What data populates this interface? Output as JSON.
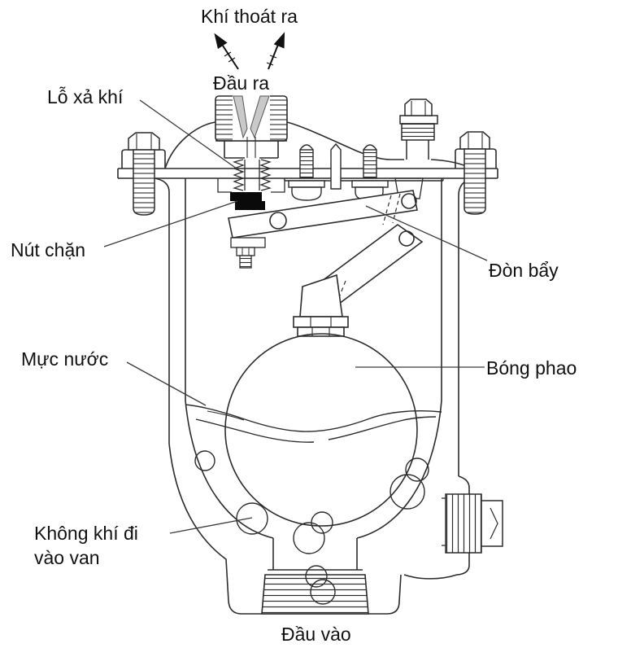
{
  "diagram": {
    "labels": {
      "air_escape": "Khí thoát ra",
      "outlet": "Đầu ra",
      "air_release_hole": "Lỗ xả khí",
      "stopper": "Nút chặn",
      "lever": "Đòn bẩy",
      "water_level": "Mực nước",
      "float_ball": "Bóng phao",
      "air_into_valve_line1": "Không khí đi",
      "air_into_valve_line2": "vào van",
      "inlet": "Đầu vào"
    },
    "colors": {
      "line": "#2b2b2b",
      "stopper_fill": "#0a0a0a",
      "funnel_fill": "#c9c9c9",
      "background": "#ffffff",
      "text": "#111111"
    }
  }
}
